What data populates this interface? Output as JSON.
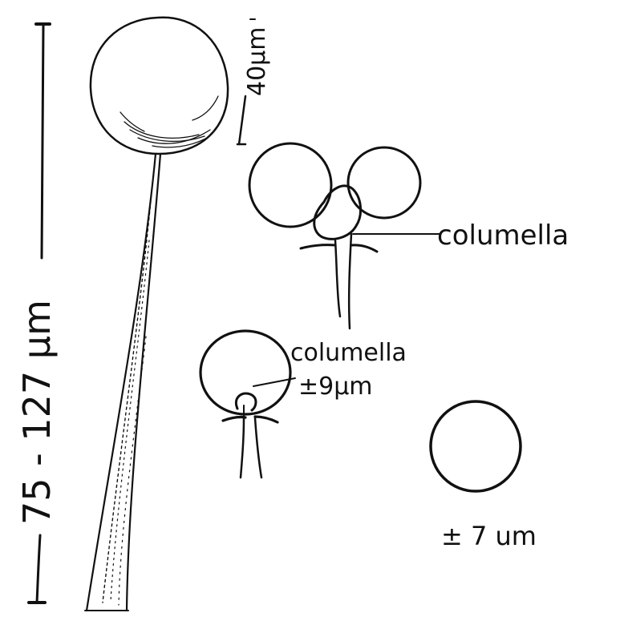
{
  "labels": {
    "height_range": "75 - 127 µm",
    "sporangium_diameter": "40µm",
    "columella_top": "columella",
    "columella_middle": "columella",
    "columella_size": "±9µm",
    "spore_size": "± 7 um"
  },
  "colors": {
    "ink": "#111111",
    "paper": "#ffffff"
  }
}
